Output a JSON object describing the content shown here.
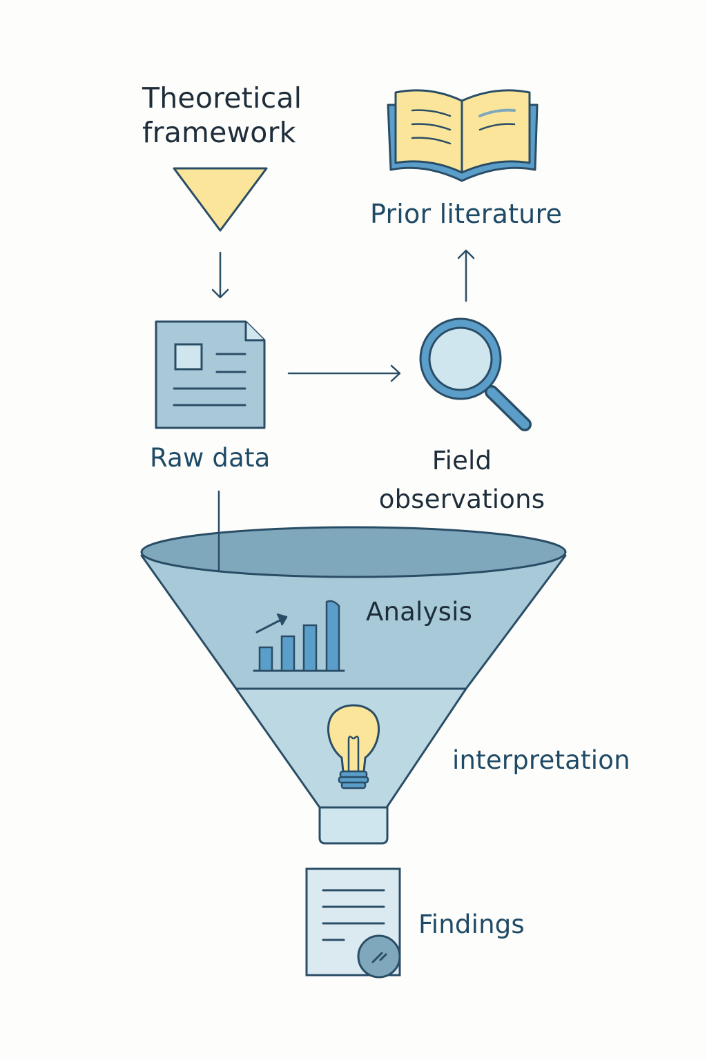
{
  "labels": {
    "theoretical_framework": "Theoretical\nframework",
    "prior_literature": "Prior literature",
    "raw_data": "Raw data",
    "field_observations": "Field\nobservations",
    "analysis": "Analysis",
    "interpretation": "interpretation",
    "findings": "Findings"
  },
  "icons": {
    "theory": "triangle-icon",
    "literature": "open-book-icon",
    "data": "document-icon",
    "observation": "magnifier-icon",
    "analysis": "bar-chart-icon",
    "interpretation": "lightbulb-icon",
    "findings": "certificate-document-icon"
  },
  "colors": {
    "stroke": "#2a4d66",
    "yellow": "#fbe59a",
    "funnel_top": "#7fa8bd",
    "funnel_upper": "#a7c9d8",
    "funnel_lower": "#bcd8e3",
    "doc": "#a9c8d8",
    "lens": "#cfe6ef",
    "accent_blue": "#5b9ec9"
  }
}
